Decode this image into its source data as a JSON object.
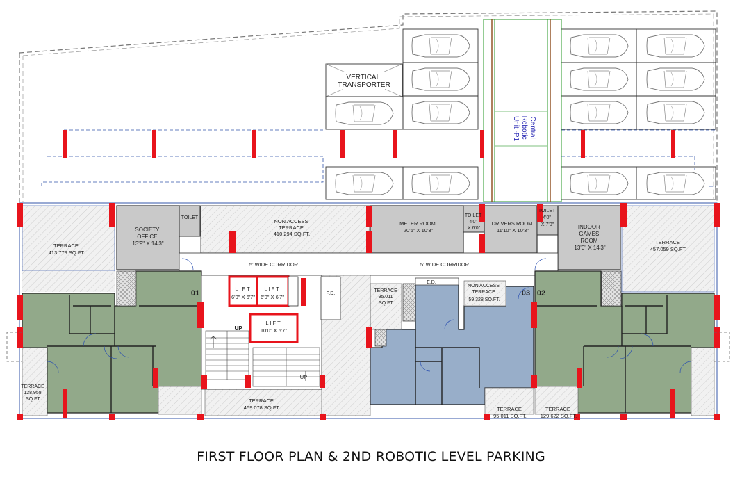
{
  "caption": "FIRST  FLOOR PLAN & 2ND ROBOTIC LEVEL PARKING",
  "colors": {
    "green_flat": "#92a98a",
    "blue_flat": "#98aec9",
    "grey_room": "#c9c9c9",
    "terrace": "#eeeeee",
    "column": "#e8141c",
    "lift_wall": "#e8141c",
    "robotic_text": "#2a2ab5"
  },
  "parking": {
    "vertical_transporter": [
      "VERTICAL",
      "TRANSPORTER"
    ],
    "central_robotic": [
      "Central",
      "Robotic",
      "Unit -P1"
    ]
  },
  "rooms": {
    "society_office": [
      "SOCIETY",
      "OFFICE",
      "13'9\" X 14'3\""
    ],
    "toilet_left": [
      "TOILET"
    ],
    "non_access_terrace_top": [
      "NON ACCESS",
      "TERRACE",
      "410.294 SQ.FT."
    ],
    "meter_room": [
      "METER ROOM",
      "20'6\" X 10'3\""
    ],
    "toilet_mid": [
      "TOILET",
      "4'0\"",
      "X 6'0\""
    ],
    "drivers_room": [
      "DRIVERS ROOM",
      "11'10\" X 10'3\""
    ],
    "toilet_right": [
      "TOILET",
      "4'0\"",
      "X 7'0\""
    ],
    "indoor_games": [
      "INDOOR",
      "GAMES",
      "ROOM",
      "13'0\" X 14'3\""
    ],
    "terrace_left": [
      "TERRACE",
      "413.779 SQ.FT."
    ],
    "terrace_right": [
      "TERRACE",
      "457.059 SQ.FT."
    ],
    "corridor_left": [
      "5' WIDE CORRIDOR"
    ],
    "corridor_right": [
      "5' WIDE CORRIDOR"
    ],
    "lift_1": [
      "L I F T",
      "6'0\" X 6'7\""
    ],
    "lift_2": [
      "L I F T",
      "6'0\" X 6'7\""
    ],
    "lift_3": [
      "L I F T",
      "10'0\" X 6'7\""
    ],
    "fd": [
      "F.D."
    ],
    "ed": [
      "E.D."
    ],
    "up_1": [
      "UP"
    ],
    "up_2": [
      "UP"
    ],
    "terrace_mid_95": [
      "TERRACE",
      "95.011",
      "SQ.FT."
    ],
    "non_access_terrace_59": [
      "NON ACCESS",
      "TERRACE",
      "59.328 SQ.FT."
    ],
    "terrace_128": [
      "TERRACE",
      "128.958",
      "SQ.FT."
    ],
    "terrace_469": [
      "TERRACE",
      "469.078 SQ.FT."
    ],
    "terrace_95_bottom": [
      "TERRACE",
      "95.011 SQ.FT."
    ],
    "terrace_129": [
      "TERRACE",
      "129.622 SQ.FT."
    ],
    "flat_01": [
      "01"
    ],
    "flat_02": [
      "02"
    ],
    "flat_03": [
      "03"
    ]
  }
}
